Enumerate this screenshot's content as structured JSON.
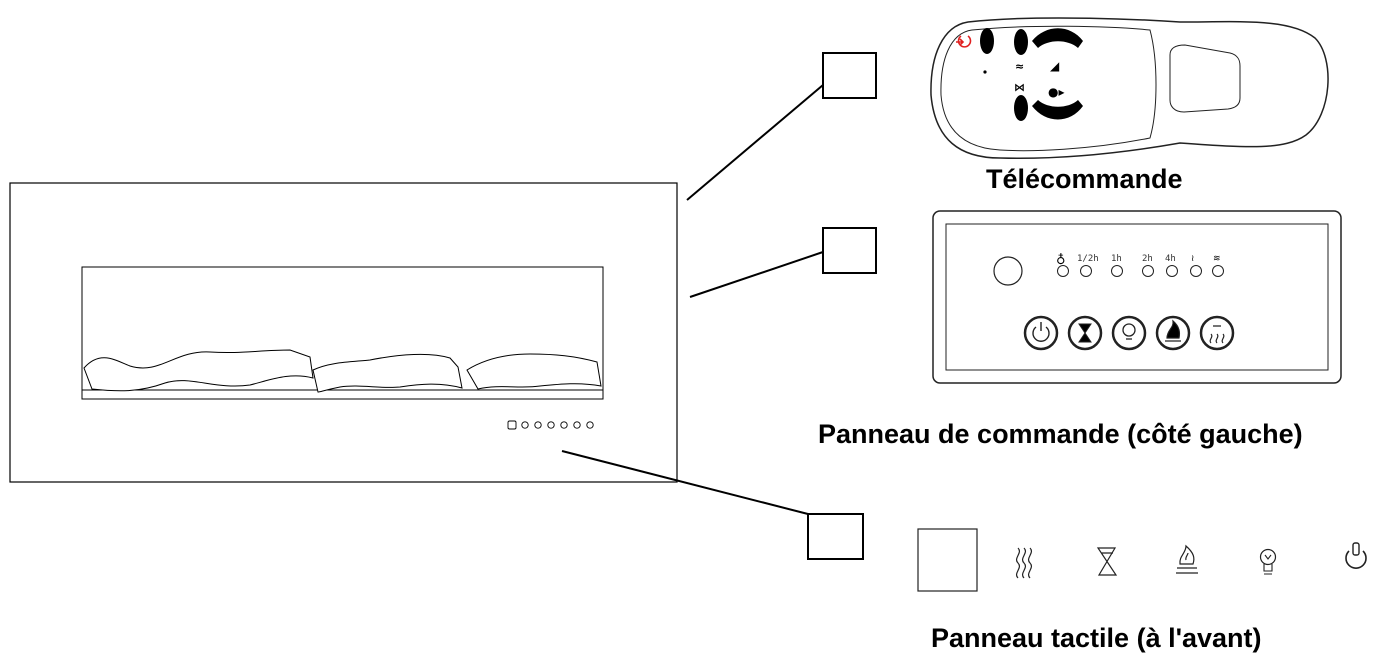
{
  "captions": {
    "remote": "Télécommande",
    "control_panel": "Panneau de commande (côté gauche)",
    "touch_panel": "Panneau tactile (à l'avant)"
  },
  "control_panel": {
    "indicator_labels": [
      "1/2h",
      "1h",
      "2h",
      "4h"
    ]
  },
  "icons": {
    "remote": [
      "power-icon",
      "flame-up-icon",
      "flame-down-icon",
      "heat-icon",
      "volume-icon",
      "light-icon"
    ],
    "control_panel_buttons": [
      "power-icon",
      "timer-icon",
      "light-bulb-icon",
      "flame-icon",
      "heat-icon"
    ],
    "touch_panel": [
      "heat-icon",
      "timer-icon",
      "flame-icon",
      "light-bulb-icon",
      "power-icon"
    ]
  },
  "colors": {
    "line": "#000000",
    "power_accent": "#e02020"
  }
}
